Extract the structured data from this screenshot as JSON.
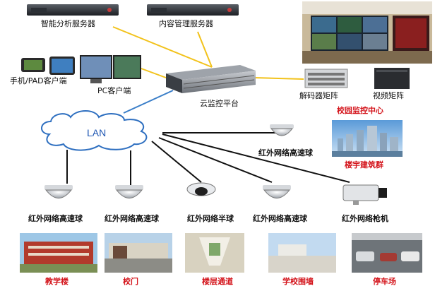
{
  "servers": {
    "analysis": "智能分析服务器",
    "content": "内容管理服务器"
  },
  "clients": {
    "mobile": "手机/PAD客户端",
    "pc": "PC客户端"
  },
  "platform": {
    "cloud": "云监控平台"
  },
  "network": {
    "lan": "LAN"
  },
  "monitor_center": {
    "decoder": "解码器矩阵",
    "video_matrix": "视频矩阵",
    "title": "校园监控中心"
  },
  "building_group": "楼宇建筑群",
  "cameras": [
    {
      "label": "红外网络高速球"
    },
    {
      "label": "红外网络高速球"
    },
    {
      "label": "红外网络高速球"
    },
    {
      "label": "红外网络半球"
    },
    {
      "label": "红外网络高速球"
    },
    {
      "label": "红外网络枪机"
    }
  ],
  "locations": [
    {
      "label": "教学楼"
    },
    {
      "label": "校门"
    },
    {
      "label": "楼层通道"
    },
    {
      "label": "学校围墙"
    },
    {
      "label": "停车场"
    }
  ],
  "colors": {
    "accent_red": "#d4141b",
    "link_yellow": "#f2c21b",
    "link_blue": "#3a7ec8",
    "link_black": "#111111"
  }
}
